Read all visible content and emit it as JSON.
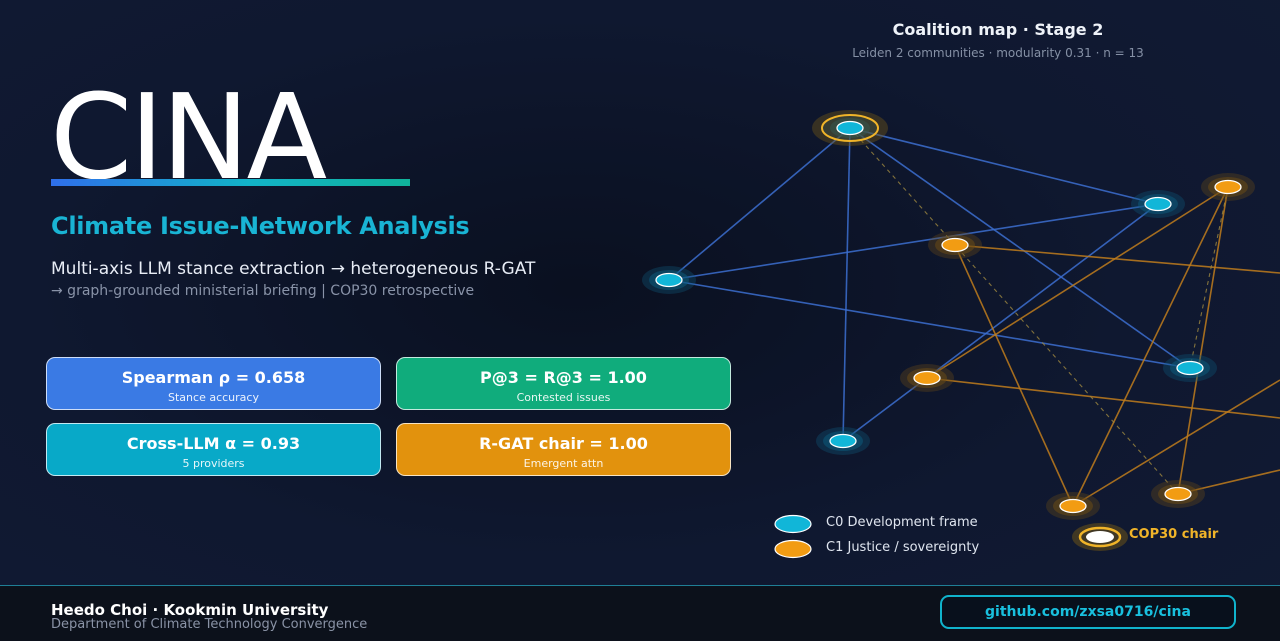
{
  "brand": {
    "logo_text": "CINA",
    "subtitle": "Climate Issue-Network Analysis",
    "line1": "Multi-axis LLM stance extraction → heterogeneous R-GAT",
    "line2": "→ graph-grounded ministerial briefing  |  COP30 retrospective"
  },
  "metrics": [
    {
      "value": "Spearman ρ = 0.658",
      "label": "Stance accuracy",
      "color": "#3a7ae4"
    },
    {
      "value": "P@3 = R@3 = 1.00",
      "label": "Contested issues",
      "color": "#10ac7c"
    },
    {
      "value": "Cross-LLM α = 0.93",
      "label": "5 providers",
      "color": "#08a9c8"
    },
    {
      "value": "R-GAT chair = 1.00",
      "label": "Emergent attn",
      "color": "#e2920d"
    }
  ],
  "map": {
    "title": "Coalition map · Stage 2",
    "subtitle": "Leiden 2 communities · modularity 0.31 · n = 13",
    "legend": [
      {
        "label": "C0  Development frame",
        "color": "#11b6d8"
      },
      {
        "label": "C1  Justice / sovereignty",
        "color": "#f29c13"
      }
    ],
    "chair_label": "COP30 chair",
    "colors": {
      "c0": "#11b6d8",
      "c1": "#f29c13",
      "edge_c0": "#3c6ed0",
      "edge_c1": "#c07d1c",
      "chair": "#f0b429"
    }
  },
  "footer": {
    "author": "Heedo Choi  ·  Kookmin University",
    "department": "Department of Climate Technology Convergence",
    "repo": "github.com/zxsa0716/cina"
  }
}
